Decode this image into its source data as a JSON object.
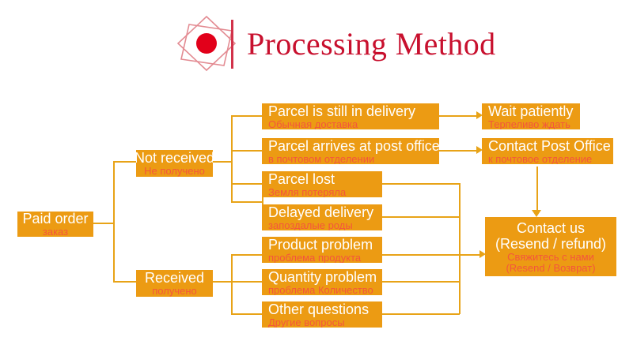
{
  "header": {
    "title": "Processing Method",
    "logo_name": "double-diamond-red-dot-logo",
    "accent_color": "#c8102e",
    "divider_color": "#d2324a"
  },
  "theme": {
    "box_color": "#ec9b13",
    "line_color": "#e8a317",
    "en_text_color": "#ffffff",
    "ru_text_color": "#f4563c"
  },
  "flow": {
    "start": {
      "en": "Paid order",
      "ru": "заказ"
    },
    "branches": [
      {
        "en": "Not received",
        "ru": "Не получено"
      },
      {
        "en": "Received",
        "ru": "получено"
      }
    ],
    "not_received_items": [
      {
        "en": "Parcel is still in delivery",
        "ru": "Обычная доставка"
      },
      {
        "en": "Parcel arrives at post office",
        "ru": "в почтовом отделении"
      },
      {
        "en": "Parcel lost",
        "ru": "Земля потеряла"
      },
      {
        "en": "Delayed delivery",
        "ru": "запоздалые роды"
      }
    ],
    "received_items": [
      {
        "en": "Product problem",
        "ru": "проблема продукта"
      },
      {
        "en": "Quantity problem",
        "ru": "проблема Количество"
      },
      {
        "en": "Other questions",
        "ru": "Другие вопросы"
      }
    ],
    "outcomes": [
      {
        "en": "Wait patiently",
        "ru": "Терпеливо ждать"
      },
      {
        "en": "Contact Post Office",
        "ru": "к почтовое отделение"
      }
    ],
    "final": {
      "en_line1": "Contact us",
      "en_line2": "(Resend / refund)",
      "ru_line1": "Свяжитесь с нами",
      "ru_line2": "(Resend / Возврат)"
    }
  }
}
